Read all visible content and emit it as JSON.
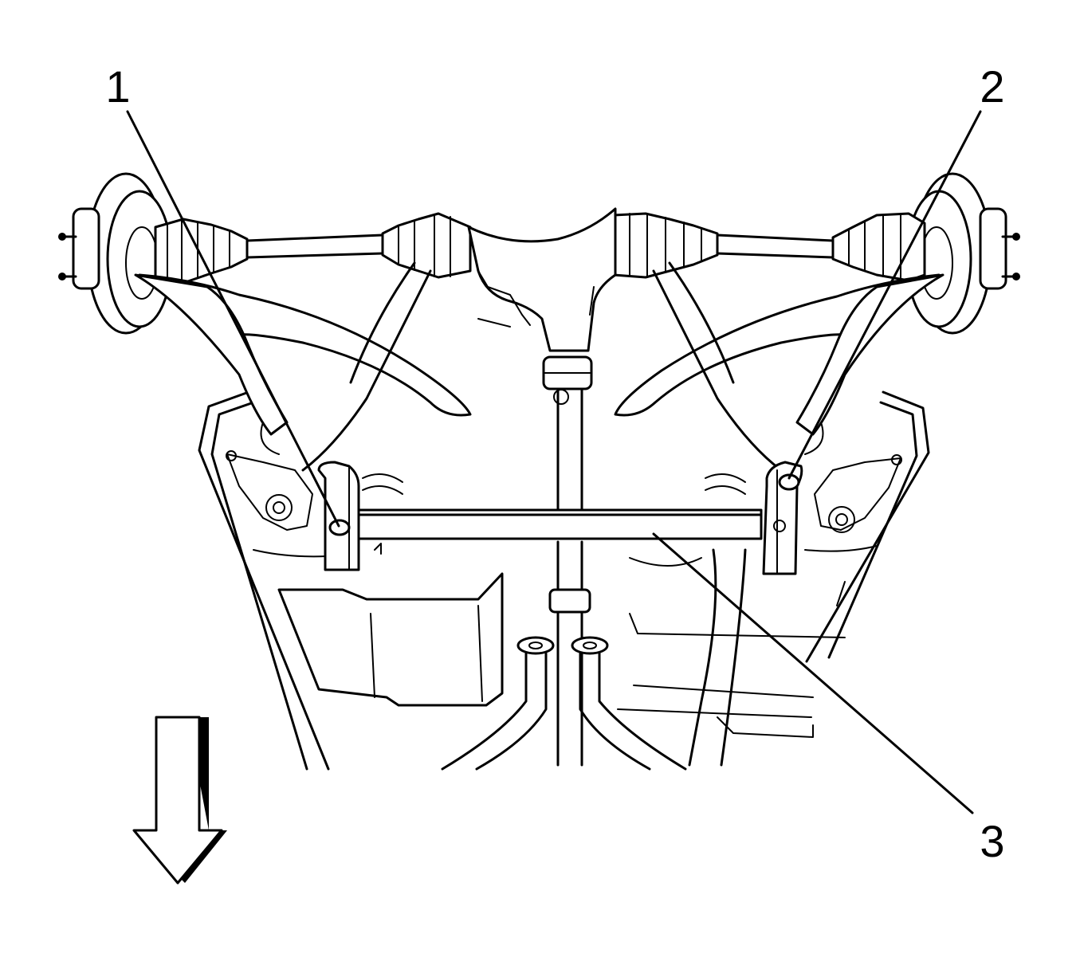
{
  "callouts": [
    {
      "id": "1",
      "label": "1"
    },
    {
      "id": "2",
      "label": "2"
    },
    {
      "id": "3",
      "label": "3"
    }
  ],
  "icons": {
    "direction_arrow": "arrow-down-icon"
  }
}
